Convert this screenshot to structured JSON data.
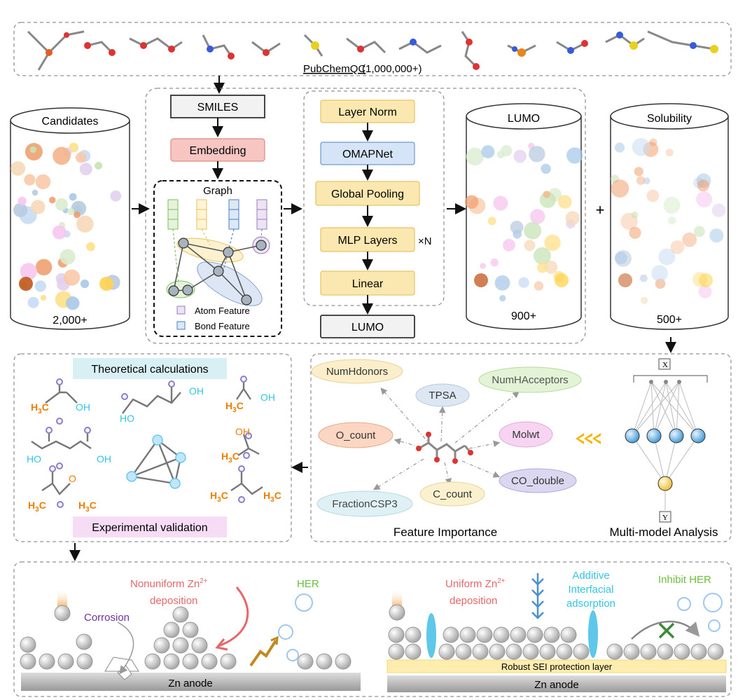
{
  "database": {
    "label": "PubChemQC",
    "count": "(1,000,000+)"
  },
  "pipeline": {
    "candidates": {
      "title": "Candidates",
      "count": "2,000+"
    },
    "smiles": "SMILES",
    "embedding": "Embedding",
    "graph": {
      "title": "Graph",
      "legend_atom": "Atom Feature",
      "legend_bond": "Bond Feature"
    },
    "layers": [
      "Layer Norm",
      "OMAPNet",
      "Global Pooling",
      "MLP Layers",
      "Linear"
    ],
    "mlp_repeat": "×N",
    "output": "LUMO",
    "plus": "+",
    "lumo_db": {
      "title": "LUMO",
      "count": "900+"
    },
    "solubility_db": {
      "title": "Solubility",
      "count": "500+"
    }
  },
  "theory": {
    "title": "Theoretical calculations",
    "validation": "Experimental validation",
    "labels": {
      "h3c": "H",
      "sub3": "3",
      "c": "C",
      "oh": "OH",
      "ho": "HO",
      "o": "O"
    }
  },
  "features": {
    "caption": "Feature Importance",
    "items": [
      "NumHdonors",
      "TPSA",
      "NumHAcceptors",
      "O_count",
      "Molwt",
      "CO_double",
      "C_count",
      "FractionCSP3"
    ]
  },
  "multimodel": {
    "caption": "Multi-model Analysis",
    "x": "X",
    "y": "Y"
  },
  "bottom": {
    "left": {
      "nonuniform": "Nonuniform Zn",
      "sup": "2+",
      "deposition": "deposition",
      "her": "HER",
      "corrosion": "Corrosion",
      "anode": "Zn anode"
    },
    "right": {
      "uniform": "Uniform Zn",
      "sup": "2+",
      "deposition": "deposition",
      "additive1": "Additive",
      "additive2": "Interfacial",
      "additive3": "adsorption",
      "inhibit": "Inhibit HER",
      "sei": "Robust SEI protection layer",
      "anode": "Zn anode"
    }
  },
  "colors": {
    "smiles": "#f2f2f2",
    "embedding": "#f7c6c2",
    "layer": "#fbe7b0",
    "omap": "#d5e4f6",
    "theory_title": "#d8f0f4",
    "validation": "#f6dcf5",
    "orange_text": "#ee7d00",
    "cyan_text": "#33c4e6",
    "her_green": "#6cbf3c",
    "red_text": "#e6676a",
    "purple_text": "#7030a0"
  }
}
